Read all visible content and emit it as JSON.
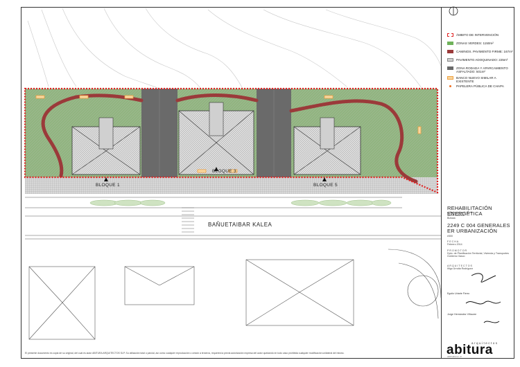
{
  "legend": [
    {
      "label": "ÁMBITO DE INTERVENCIÓN",
      "color": "#e02020",
      "kind": "dashed"
    },
    {
      "label": "ZONAS VERDES: 1150m²",
      "color": "#6fb25a",
      "kind": "fill"
    },
    {
      "label": "CAMINOS. PAVIMENTO FIRME: 167m²",
      "color": "#9b3a3a",
      "kind": "fill"
    },
    {
      "label": "PAVIMENTO ADOQUINADO: 225m²",
      "color": "#b8b8b8",
      "kind": "grid"
    },
    {
      "label": "ZONA RODADA Y APARCAMIENTO ASFALTADO: 501m²",
      "color": "#6a6a6a",
      "kind": "fill"
    },
    {
      "label": "BANCO NUEVO SIMILAR A EXISTENTE",
      "color": "#f0a040",
      "kind": "outline"
    },
    {
      "label": "PAPELERA PÚBLICA DE CHAPA",
      "color": "#f07020",
      "kind": "dot"
    }
  ],
  "plan": {
    "street_name": "BAÑUETAIBAR KALEA",
    "blocks": [
      "BLOQUE 1",
      "BLOQUE 3",
      "BLOQUE 5"
    ]
  },
  "title_block": {
    "project": "REHABILITACIÓN ENERGÉTICA",
    "address": "c/ Bañuetaibar 1, 3 y 5",
    "city": "48210 Zalamitz",
    "province": "Bizkaia",
    "drawing_code": "2249 C 004 GENERALES",
    "drawing_name": "ER URBANIZACIÓN",
    "scale": "e500",
    "date_label": "FECHA",
    "date": "Febrero 2014",
    "promoter_label": "PROMOTOR",
    "promoter": "Dpto. de Planificación Territorial, Vivienda y Transportes",
    "promoter2": "Gobierno Vasco",
    "architects_label": "ARQUITECTOS",
    "architect1": "Iñigo Urrutia Rodríguez",
    "architect2": "Egoitz Uriarte Fierro",
    "architect3": "Jorge Hernández Viñaurre"
  },
  "logo": {
    "small": "arquitectos",
    "name": "abitura",
    "sub": "ABITURA S.L.P."
  },
  "disclaimer": "El presente documento es copia de su original, del cual es autor ABITURA ARQUITECTOS SLP. Su utilización total o parcial, así como cualquier reproducción o cesión a terceros, requerirá la previa autorización expresa del autor quedando en todo caso prohibida cualquier modificación unilateral del mismo."
}
